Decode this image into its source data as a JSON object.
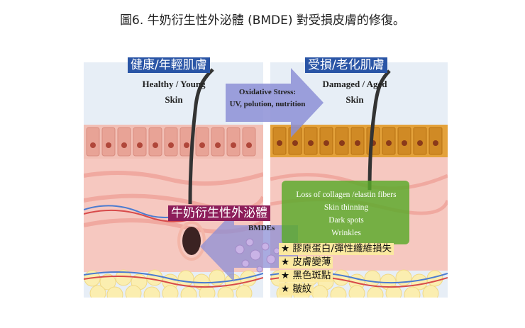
{
  "caption": "圖6. 牛奶衍生性外泌體 (BMDE) 對受損皮膚的修復。",
  "left": {
    "tag": "健康/年輕肌膚",
    "en_title_1": "Healthy / Young",
    "en_title_2": "Skin"
  },
  "right": {
    "tag": "受損/老化肌膚",
    "en_title_1": "Damaged / Aged",
    "en_title_2": "Skin"
  },
  "stress": {
    "line1": "Oxidative Stress:",
    "line2": "UV, polution, nutrition"
  },
  "damage": {
    "items": [
      "Loss of collagen /elastin fibers",
      "Skin thinning",
      "Dark spots",
      "Wrinkles"
    ]
  },
  "bmde": {
    "tag": "牛奶衍生性外泌體",
    "label": "BMDEs"
  },
  "repair": {
    "items": [
      "★ 膠原蛋白/彈性纖維損失",
      "★ 皮膚變薄",
      "★ 黑色斑點",
      "★ 皺紋"
    ]
  },
  "colors": {
    "tag_blue": "#2a55a6",
    "tag_purple": "#8d1e5a",
    "green_box": "#58aa28",
    "star_highlight": "#fbe9a0",
    "arrow": "#8c8fd6"
  }
}
